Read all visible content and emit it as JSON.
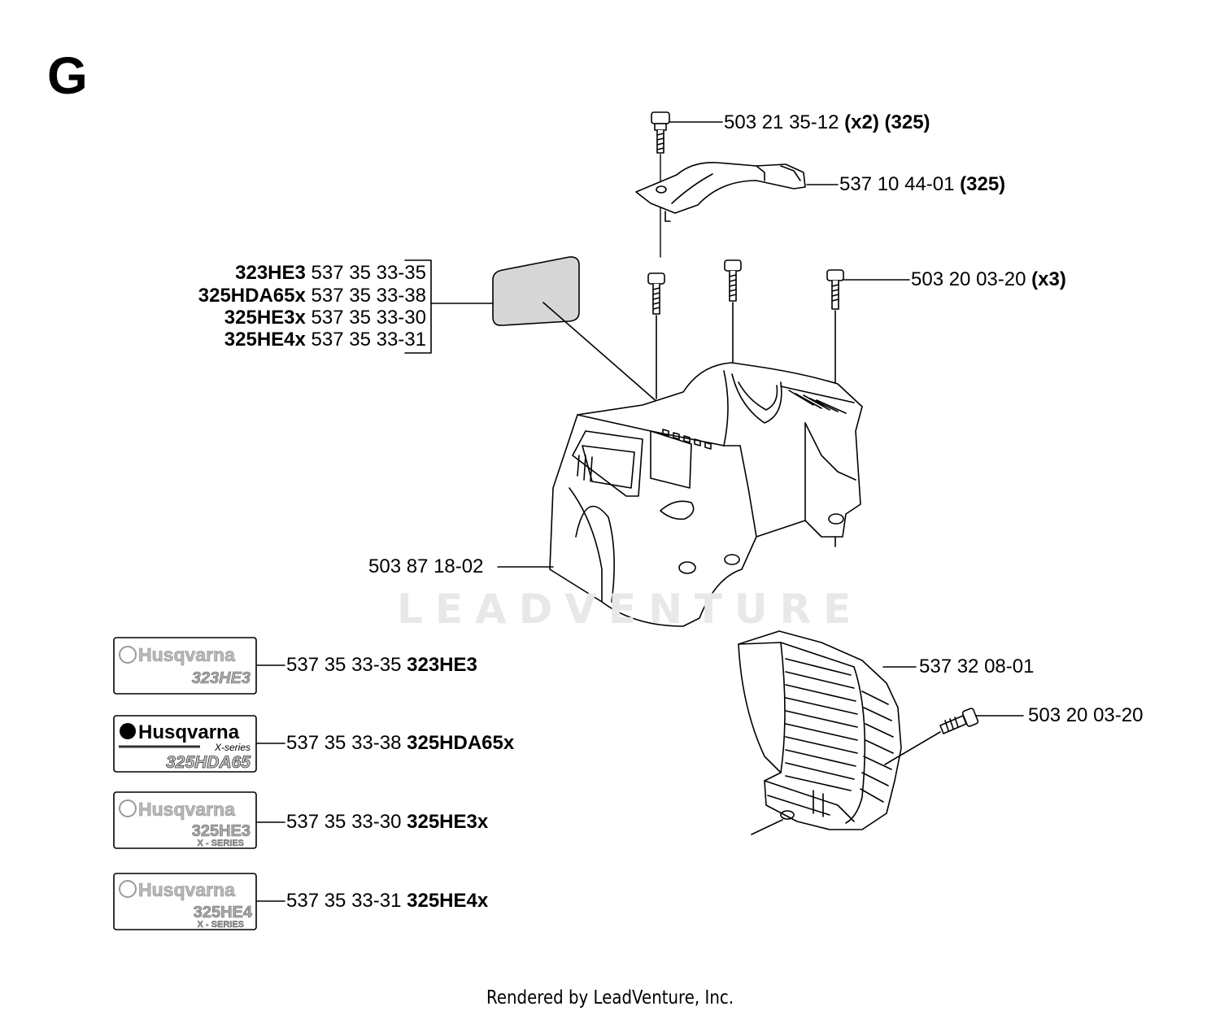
{
  "section": "G",
  "footer": "Rendered by LeadVenture, Inc.",
  "watermark": "LEADVENTURE",
  "callouts": {
    "screw_top": {
      "part": "503 21 35-12",
      "qty": "(x2)",
      "model": "(325)"
    },
    "handle": {
      "part": "537 10 44-01",
      "model": "(325)"
    },
    "screws_x3": {
      "part": "503 20 03-20",
      "qty": "(x3)"
    },
    "cover": {
      "part": "503 87 18-02"
    },
    "rear_cover": {
      "part": "537 32 08-01"
    },
    "rear_screw": {
      "part": "503 20 03-20"
    }
  },
  "decal_group": [
    {
      "model": "323HE3",
      "part": "537 35 33-35"
    },
    {
      "model": "325HDA65x",
      "part": "537 35 33-38"
    },
    {
      "model": "325HE3x",
      "part": "537 35 33-30"
    },
    {
      "model": "325HE4x",
      "part": "537 35 33-31"
    }
  ],
  "decals": [
    {
      "brand": "Husqvarna",
      "model_text": "323HE3",
      "series": "",
      "part": "537 35 33-35",
      "model": "323HE3"
    },
    {
      "brand": "Husqvarna",
      "model_text": "325HDA65",
      "series": "X-series",
      "part": "537 35 33-38",
      "model": "325HDA65x"
    },
    {
      "brand": "Husqvarna",
      "model_text": "325HE3",
      "series": "X - SERIES",
      "part": "537 35 33-30",
      "model": "325HE3x"
    },
    {
      "brand": "Husqvarna",
      "model_text": "325HE4",
      "series": "X - SERIES",
      "part": "537 35 33-31",
      "model": "325HE4x"
    }
  ]
}
